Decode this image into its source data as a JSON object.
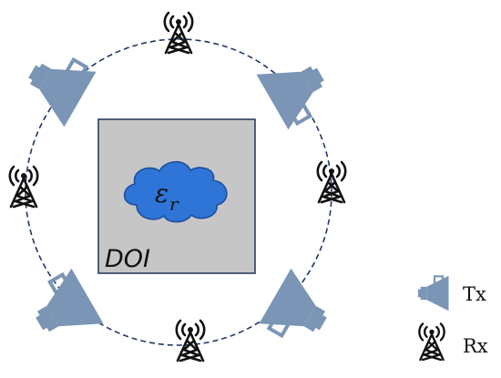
{
  "diagram": {
    "doi_label": "DOI",
    "permittivity_symbol": "ε",
    "permittivity_subscript": "r"
  },
  "legend": {
    "tx_label": "Tx",
    "rx_label": "Rx"
  },
  "colors": {
    "doi_fill": "#c6c6c6",
    "doi_border": "#2c3e60",
    "circle": "#1f3864",
    "cloud_fill": "#2f75d8",
    "cloud_border": "#1a4f9c",
    "megaphone": "#7a95b5",
    "tower": "#111111"
  },
  "icons": {
    "transmitter": "megaphone-icon",
    "receiver": "radio-tower-icon"
  }
}
